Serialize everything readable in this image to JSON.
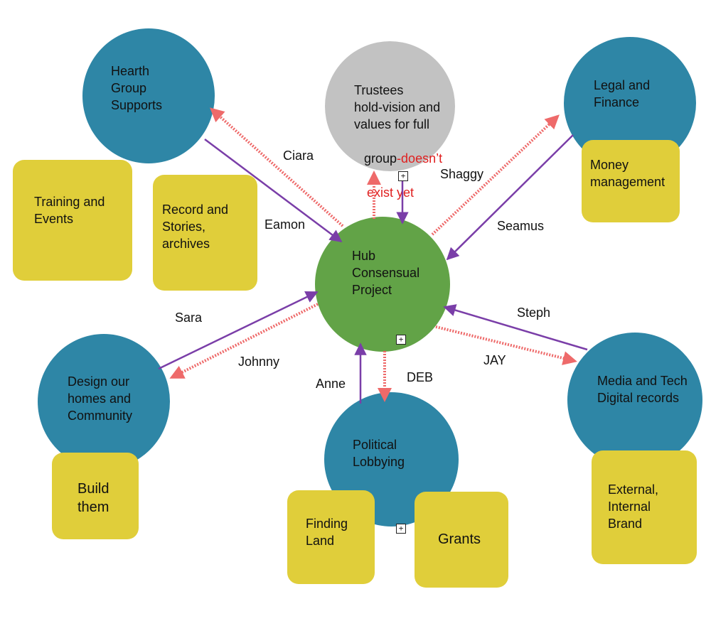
{
  "colors": {
    "blue_node": "#2e86a6",
    "green_node": "#62a347",
    "gray_node": "#c2c2c2",
    "sticky": "#e0ce3a",
    "arrow_purple": "#7a3ea8",
    "arrow_red": "#ee6a6a",
    "highlight": "#e02020"
  },
  "nodes": {
    "hearth": "Hearth\nGroup\nSupports",
    "trustees_main": "Trustees\nhold-vision and\nvalues for full",
    "trustees_group": "group",
    "trustees_highlight_1": "-doesn’t",
    "trustees_highlight_2": "exist yet",
    "legal": "Legal and\nFinance",
    "hub": "Hub\nConsensual\nProject",
    "design": "Design our\nhomes and\nCommunity",
    "political": "Political\nLobbying",
    "media": "Media and Tech\nDigital records"
  },
  "stickies": {
    "training": "Training and\nEvents",
    "record": "Record and\nStories,\narchives",
    "money": "Money\nmanagement",
    "build": "Build\nthem",
    "finding": "Finding\nLand",
    "grants": "Grants",
    "external": "External,\nInternal\nBrand"
  },
  "people": {
    "ciara": "Ciara",
    "eamon": "Eamon",
    "shaggy": "Shaggy",
    "seamus": "Seamus",
    "sara": "Sara",
    "johnny": "Johnny",
    "steph": "Steph",
    "jay": "JAY",
    "anne": "Anne",
    "deb": "DEB"
  },
  "icons": {
    "expand": "plus-box-icon",
    "expand_glyph": "+"
  }
}
